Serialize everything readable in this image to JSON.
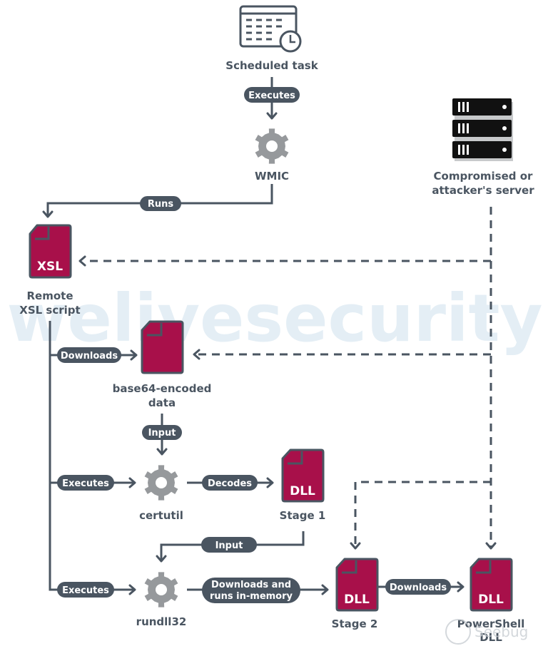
{
  "watermark": {
    "brand": "welivesecurity",
    "corner_mark": "Seebug"
  },
  "colors": {
    "line": "#4a5561",
    "file": "#a8104a",
    "gear": "#96999c",
    "label": "#4a5561"
  },
  "nodes": {
    "scheduled_task": {
      "label": "Scheduled task",
      "icon": "calendar-clock-icon"
    },
    "wmic": {
      "label": "WMIC",
      "icon": "gear-icon"
    },
    "server": {
      "label_line1": "Compromised or",
      "label_line2": "attacker's server",
      "icon": "server-rack-icon"
    },
    "xsl": {
      "badge": "XSL",
      "label_line1": "Remote",
      "label_line2": "XSL script",
      "icon": "file-icon"
    },
    "base64": {
      "label_line1": "base64-encoded",
      "label_line2": "data",
      "icon": "file-icon"
    },
    "certutil": {
      "label": "certutil",
      "icon": "gear-icon"
    },
    "stage1": {
      "badge": "DLL",
      "label": "Stage 1",
      "icon": "file-icon"
    },
    "rundll32": {
      "label": "rundll32",
      "icon": "gear-icon"
    },
    "stage2": {
      "badge": "DLL",
      "label": "Stage 2",
      "icon": "file-icon"
    },
    "powershell_dll": {
      "badge": "DLL",
      "label_line1": "PowerShell",
      "label_line2": "DLL",
      "icon": "file-icon"
    }
  },
  "edges": {
    "task_wmic": "Executes",
    "wmic_xsl": "Runs",
    "xsl_base64": "Downloads",
    "base64_certutil": "Input",
    "xsl_certutil": "Executes",
    "certutil_stage1": "Decodes",
    "stage1_rundll32": "Input",
    "xsl_rundll32": "Executes",
    "rundll32_stage2_line1": "Downloads and",
    "rundll32_stage2_line2": "runs in-memory",
    "stage2_powershell": "Downloads"
  }
}
